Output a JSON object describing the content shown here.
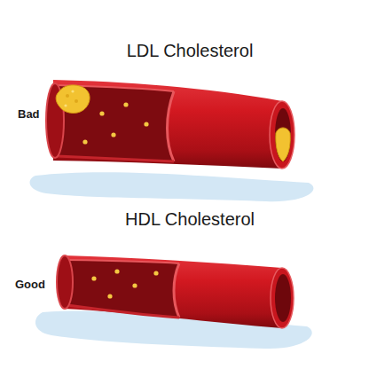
{
  "diagram": {
    "labels": [
      "LDL Cholesterol",
      "Bad",
      "HDL Cholesterol",
      "Good"
    ]
  }
}
